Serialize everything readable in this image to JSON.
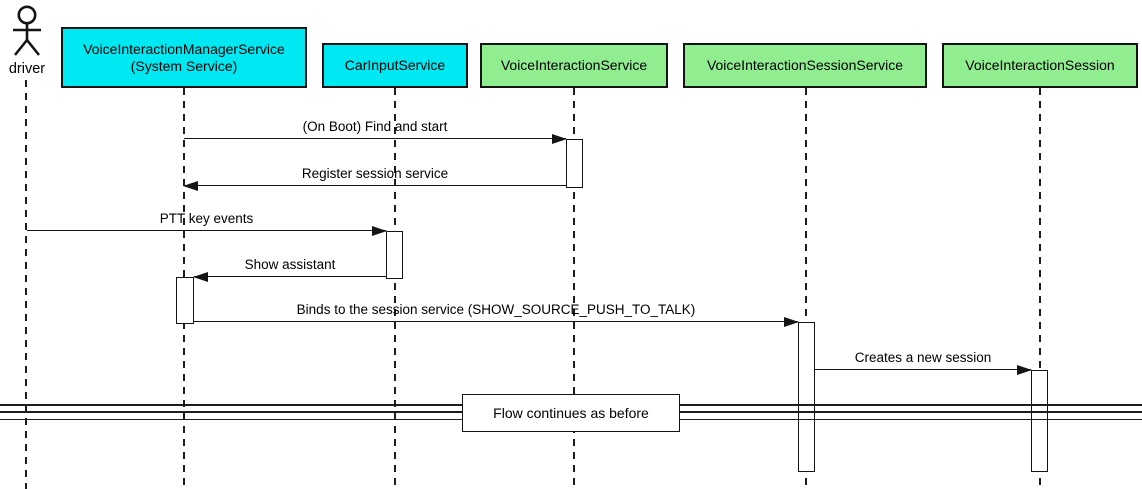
{
  "diagram": {
    "type": "uml-sequence-diagram",
    "background": "#ffffff",
    "line_color": "#141414"
  },
  "actor": {
    "label": "driver"
  },
  "participants": [
    {
      "label": "VoiceInteractionManagerService",
      "label2": "(System Service)",
      "color": "#00e8f2"
    },
    {
      "label": "CarInputService",
      "color": "#00e8f2"
    },
    {
      "label": "VoiceInteractionService",
      "color": "#90ee90"
    },
    {
      "label": "VoiceInteractionSessionService",
      "color": "#90ee90"
    },
    {
      "label": "VoiceInteractionSession",
      "color": "#90ee90"
    }
  ],
  "messages": [
    {
      "label": "(On Boot) Find and start",
      "from": "VoiceInteractionManagerService",
      "to": "VoiceInteractionService",
      "direction": "right"
    },
    {
      "label": "Register session service",
      "from": "VoiceInteractionService",
      "to": "VoiceInteractionManagerService",
      "direction": "left"
    },
    {
      "label": "PTT key events",
      "from": "driver",
      "to": "CarInputService",
      "direction": "right"
    },
    {
      "label": "Show assistant",
      "from": "CarInputService",
      "to": "VoiceInteractionManagerService",
      "direction": "left"
    },
    {
      "label": "Binds to the session service (SHOW_SOURCE_PUSH_TO_TALK)",
      "from": "VoiceInteractionManagerService",
      "to": "VoiceInteractionSessionService",
      "direction": "right"
    },
    {
      "label": "Creates a new session",
      "from": "VoiceInteractionSessionService",
      "to": "VoiceInteractionSession",
      "direction": "right"
    }
  ],
  "divider": {
    "label": "Flow continues as before"
  }
}
